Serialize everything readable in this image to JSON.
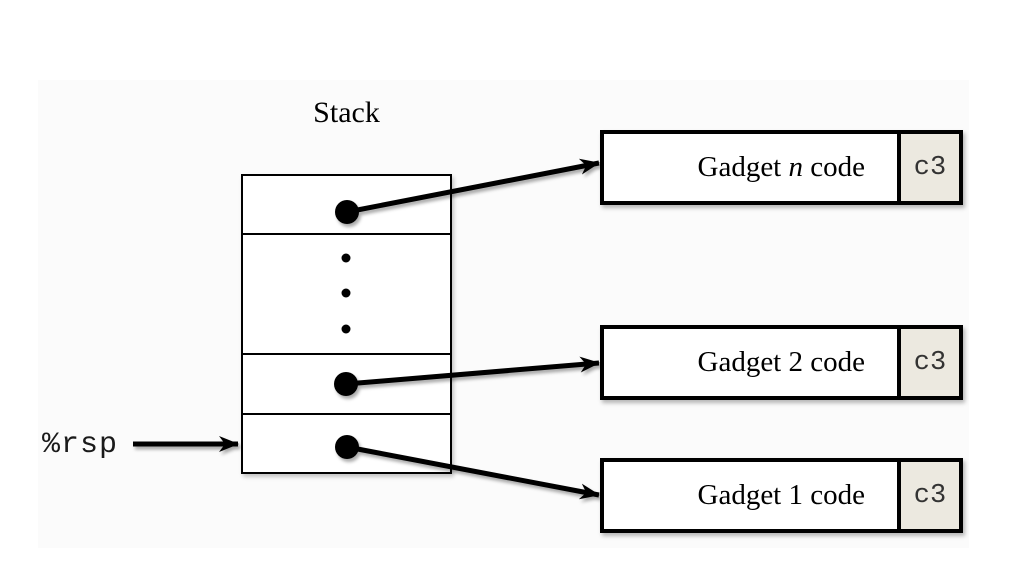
{
  "diagram": {
    "title": "Stack",
    "register_label": "%rsp",
    "stack": {
      "rows": [
        {
          "name": "top-slot",
          "has_pointer": true
        },
        {
          "name": "ellipsis-slot",
          "dot_count": 3
        },
        {
          "name": "middle-slot",
          "has_pointer": true
        },
        {
          "name": "rsp-slot",
          "has_pointer": true
        }
      ]
    },
    "gadgets": [
      {
        "prefix": "Gadget ",
        "num": "n",
        "num_style": "italic",
        "suffix": " code",
        "ret": "c3"
      },
      {
        "prefix": "Gadget ",
        "num": "2",
        "num_style": "normal",
        "suffix": " code",
        "ret": "c3"
      },
      {
        "prefix": "Gadget ",
        "num": "1",
        "num_style": "normal",
        "suffix": " code",
        "ret": "c3"
      }
    ],
    "colors": {
      "line": "#000000",
      "ret_bg": "#ece9e0",
      "slide_bg": "#fbfbfb"
    }
  }
}
